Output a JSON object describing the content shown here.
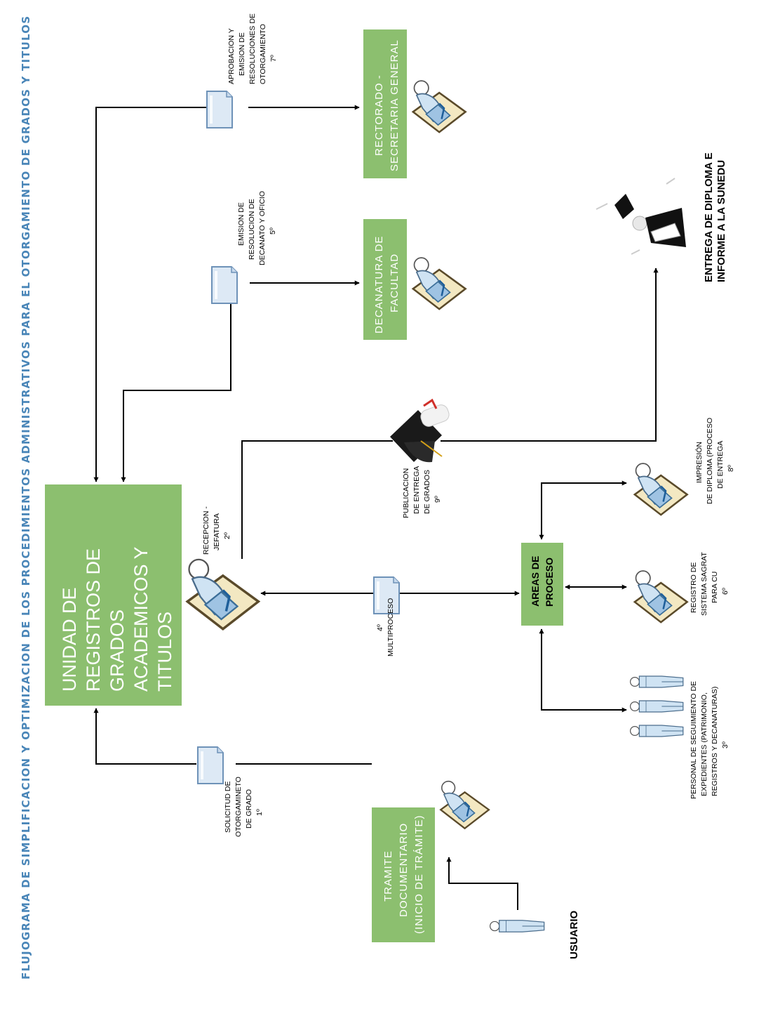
{
  "title": "FLUJOGRAMA DE SIMPLIFICACION Y OPTIMIZACION DE LOS PROCEDIMIENTOS ADMINISTRATIVOS PARA EL OTORGAMIENTO DE GRADOS Y TITULOS",
  "colors": {
    "box_green": "#8cbf6f",
    "title_blue": "#4a86b8",
    "doc_fill": "#dde9f5",
    "doc_stroke": "#6e92b8",
    "person_fill": "#cfe3f3",
    "desk_fill": "#f3e8c2",
    "arrow": "#000000"
  },
  "boxes": {
    "unidad": [
      "UNIDAD DE",
      "REGISTROS DE",
      "GRADOS",
      "ACADEMICOS Y",
      "TITULOS"
    ],
    "rectorado": [
      "RECTORADO -",
      "SECRETARIA GENERAL"
    ],
    "decanatura": [
      "DECANATURA DE",
      "FACULTAD"
    ],
    "tramite": [
      "TRAMITE",
      "DOCUMENTARIO",
      "(INICIO DE TRÁMITE)"
    ],
    "areas": [
      "AREAS DE",
      "PROCESO"
    ]
  },
  "labels": {
    "aprobacion": [
      "APROBACION Y",
      "EMISION DE",
      "RESOLUCIONES DE",
      "OTORGAMIENTO",
      "7º"
    ],
    "emision": [
      "EMISION DE",
      "RESOLUCION DE",
      "DECANATO Y OFICIO",
      "5º"
    ],
    "entrega": [
      "ENTREGA DE DIPLOMA E",
      "INFORME A LA SUNEDU"
    ],
    "publicacion": [
      "PUBLICACION",
      "DE ENTREGA",
      "DE GRADOS",
      "9º"
    ],
    "recepcion": [
      "RECEPCION -",
      "JEFATURA",
      "2º"
    ],
    "multiproceso": [
      "4º",
      "MULTIPROCESO"
    ],
    "impresion": [
      "IMPRESIÓN",
      "DE DIPLOMA (PROCESO",
      "DE ENTREGA",
      "8º"
    ],
    "registro": [
      "REGISTRO DE",
      "SISTEMA SAGRAT",
      "PARA CU",
      "6º"
    ],
    "personal": [
      "PERSONAL DE SEGUIMIENTO DE",
      "EXPEDIENTES (PATRIMONIO,",
      "REGISTROS Y DECANATURAS)",
      "3º"
    ],
    "solicitud": [
      "SOLICITUD DE",
      "OTORGAMINETO",
      "DE GRADO",
      "1º"
    ],
    "usuario": "USUARIO"
  },
  "icons": [
    "document-icon",
    "person-at-desk-icon",
    "standing-person-icon",
    "graduation-cap-icon",
    "graduate-figure-icon"
  ]
}
